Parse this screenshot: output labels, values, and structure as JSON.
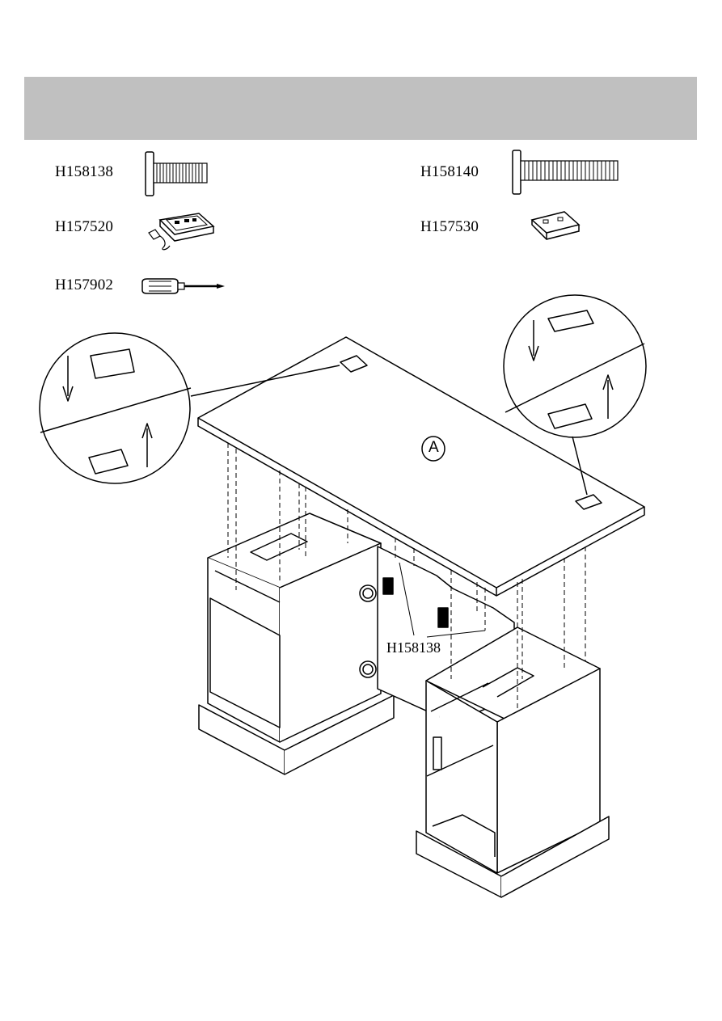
{
  "header": {
    "text": ""
  },
  "parts": [
    {
      "code": "H158138",
      "icon": "short-bolt-icon"
    },
    {
      "code": "H158140",
      "icon": "long-bolt-icon"
    },
    {
      "code": "H157520",
      "icon": "grommet-with-cable-icon"
    },
    {
      "code": "H157530",
      "icon": "grommet-icon"
    },
    {
      "code": "H157902",
      "icon": "screwdriver-icon"
    }
  ],
  "diagram": {
    "panel_label": "A",
    "callout_part": "H158138"
  }
}
